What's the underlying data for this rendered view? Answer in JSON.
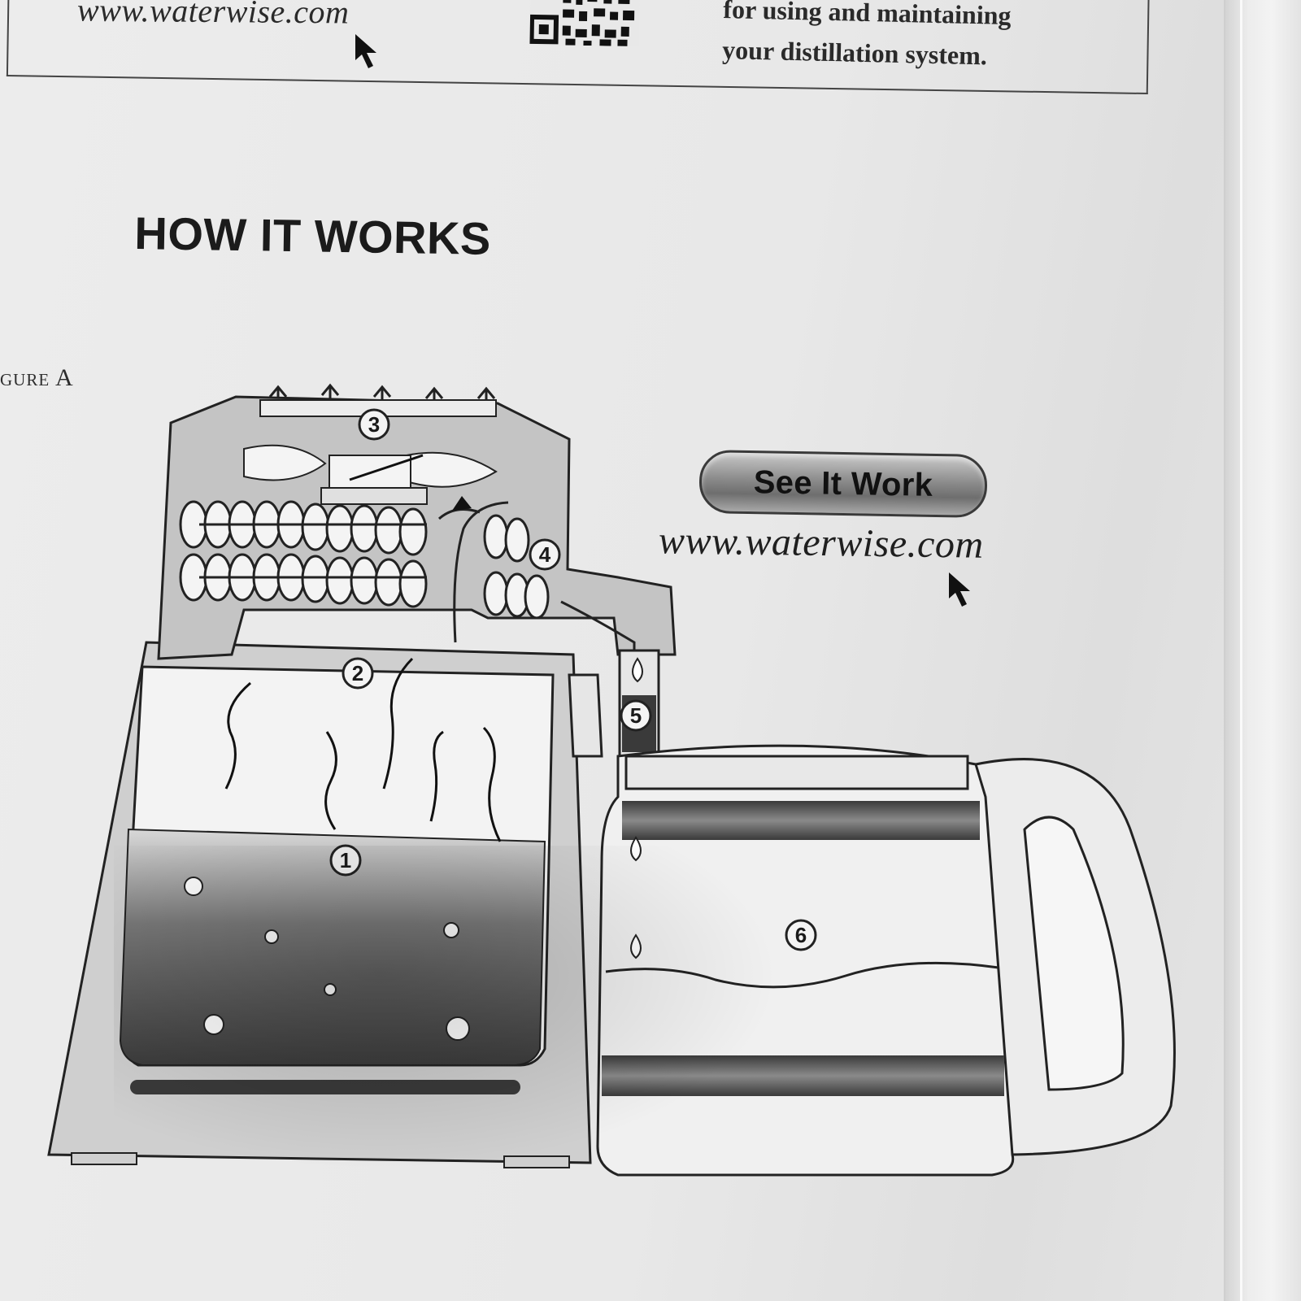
{
  "header": {
    "url": "www.waterwise.com",
    "instructions_lines": [
      "for using and maintaining",
      "your distillation system."
    ]
  },
  "section": {
    "title": "HOW IT WORKS",
    "figure_label": "gure A"
  },
  "promo": {
    "button_label": "See It Work",
    "url": "www.waterwise.com"
  },
  "diagram": {
    "callouts": [
      "1",
      "2",
      "3",
      "4",
      "5",
      "6"
    ]
  }
}
